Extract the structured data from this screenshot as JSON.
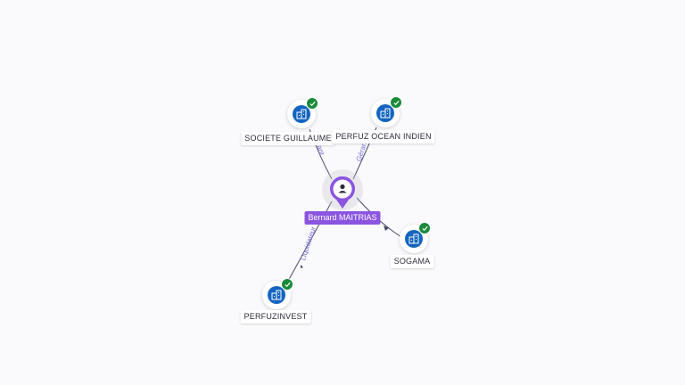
{
  "colors": {
    "person_accent": "#8b55e0",
    "company_fill": "#1565c0",
    "verified_badge": "#1b8a3a",
    "edge_label": "#7b6fd6"
  },
  "person": {
    "name": "Bernard MAITRIAS",
    "icon": "person-icon"
  },
  "companies": [
    {
      "id": "societe-guillaume",
      "name": "SOCIETE GUILLAUME",
      "icon": "building-icon",
      "badge": "check-icon"
    },
    {
      "id": "perfuz-ocean-indien",
      "name": "PERFUZ OCEAN INDIEN",
      "icon": "building-icon",
      "badge": "check-icon"
    },
    {
      "id": "sogama",
      "name": "SOGAMA",
      "icon": "building-icon",
      "badge": "check-icon"
    },
    {
      "id": "perfuzinvest",
      "name": "PERFUZINVEST",
      "icon": "building-icon",
      "badge": "check-icon"
    }
  ],
  "edges": [
    {
      "to": "societe-guillaume",
      "label": "Gérant"
    },
    {
      "to": "perfuz-ocean-indien",
      "label": "Gérant"
    },
    {
      "to": "sogama",
      "label": ""
    },
    {
      "to": "perfuzinvest",
      "label": "Liquidateur"
    }
  ]
}
